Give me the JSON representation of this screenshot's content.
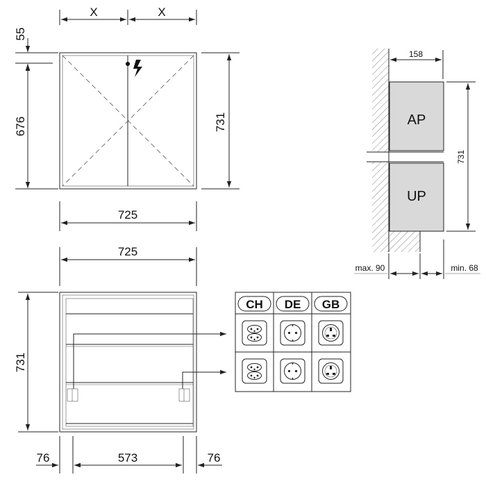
{
  "front_view": {
    "x_left": "X",
    "x_right": "X",
    "top_offset": "55",
    "inner_height": "676",
    "outer_height": "731",
    "width": "725"
  },
  "open_view": {
    "width": "725",
    "height": "731",
    "left_margin": "76",
    "center_span": "573",
    "right_margin": "76"
  },
  "side_view": {
    "depth": "158",
    "height": "731",
    "surface_label": "AP",
    "flush_label": "UP",
    "max_recess": "max. 90",
    "min_projection": "min. 68"
  },
  "sockets": {
    "standards": [
      "CH",
      "DE",
      "GB"
    ]
  }
}
